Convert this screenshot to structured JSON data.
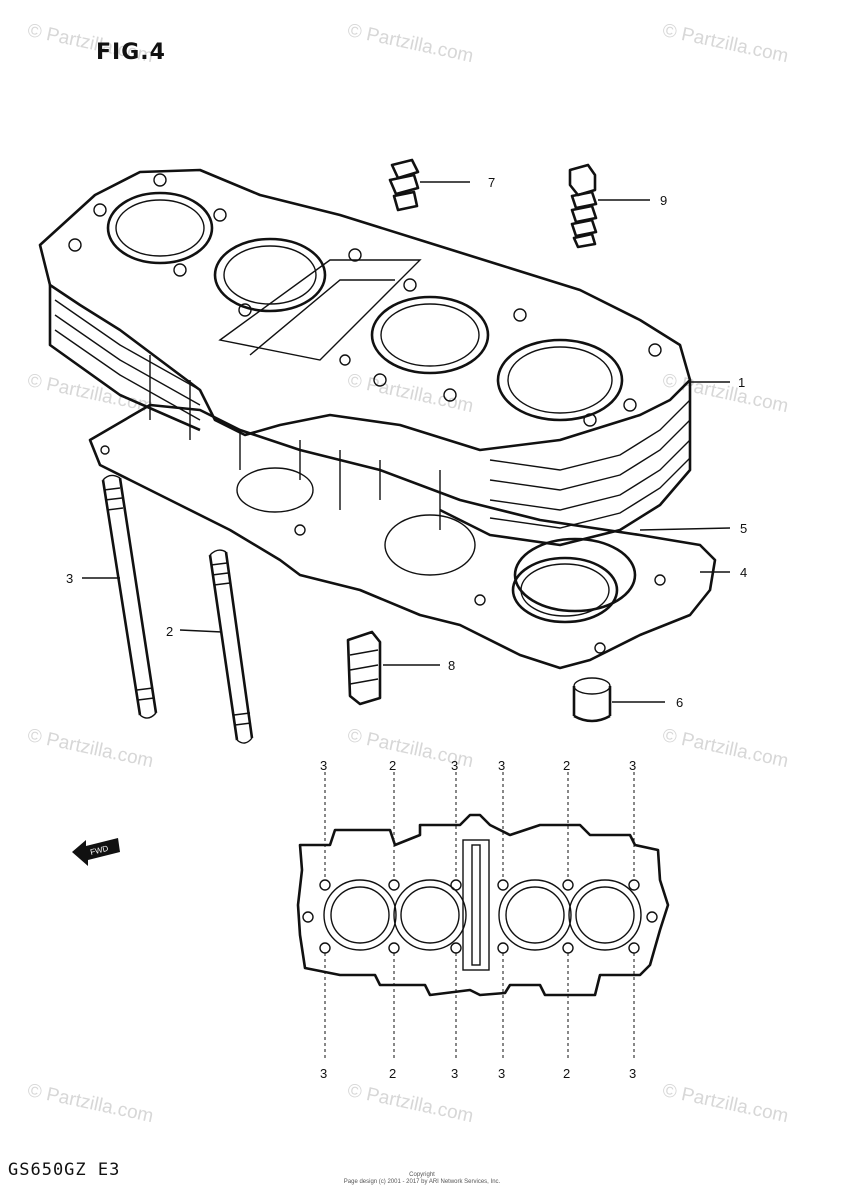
{
  "figure": {
    "title": "FIG.4",
    "model_code": "GS650GZ  E3"
  },
  "watermark": "© Partzilla.com",
  "copyright_lines": [
    "Copyright",
    "Page design (c) 2001 - 2017 by ARI Network Services, Inc."
  ],
  "fwd_label": "FWD",
  "callouts": {
    "cylinder": "1",
    "stud_short": "2",
    "stud_long": "3",
    "base_gasket": "4",
    "o_ring": "5",
    "dowel_pin": "6",
    "damper_7": "7",
    "damper_8": "8",
    "damper_9": "9"
  },
  "bolt_pattern_labels": {
    "top": [
      "3",
      "2",
      "3",
      "3",
      "2",
      "3"
    ],
    "bottom": [
      "3",
      "2",
      "3",
      "3",
      "2",
      "3"
    ]
  }
}
